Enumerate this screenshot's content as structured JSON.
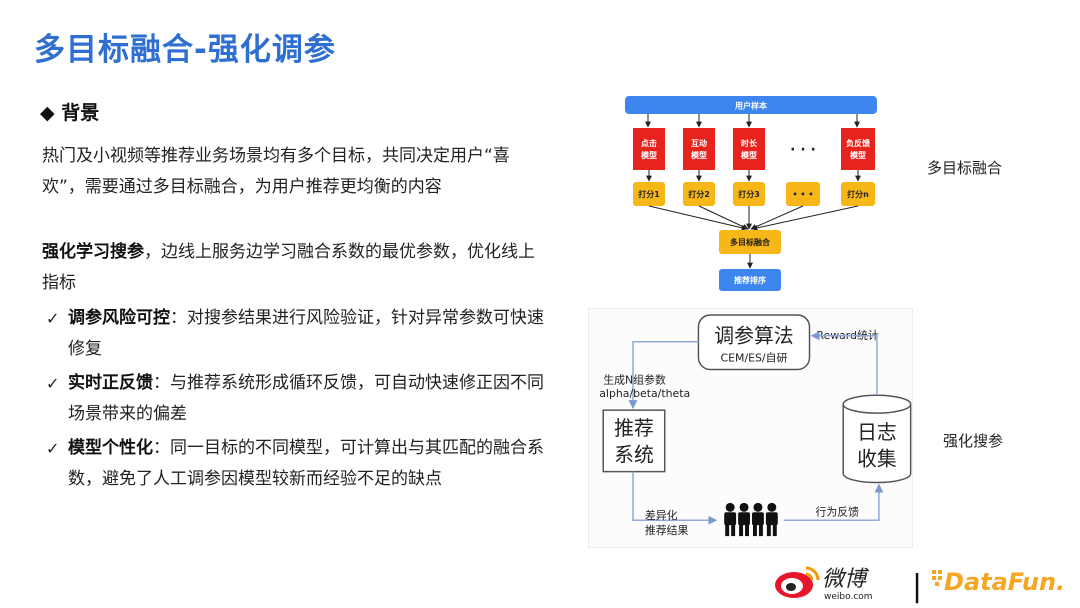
{
  "slide": {
    "title": "多目标融合-强化调参"
  },
  "background": {
    "heading_bullet": "◆",
    "heading": "背景",
    "intro": "热门及小视频等推荐业务场景均有多个目标，共同决定用户“喜欢”，需要通过多目标融合，为用户推荐更均衡的内容",
    "rl_bold": "强化学习搜参",
    "rl_text": "，边线上服务边学习融合系数的最优参数，优化线上指标",
    "checkmark": "✓",
    "items": [
      {
        "bold": "调参风险可控",
        "text": "：对搜参结果进行风险验证，针对异常参数可快速修复"
      },
      {
        "bold": "实时正反馈",
        "text": "：与推荐系统形成循环反馈，可自动快速修正因不同场景带来的偏差"
      },
      {
        "bold": "模型个性化",
        "text": "：同一目标的不同模型，可计算出与其匹配的融合系数，避免了人工调参因模型较新而经验不足的缺点"
      }
    ]
  },
  "diagram_top": {
    "header": "用户样本",
    "models": [
      "点击\n模型",
      "互动\n模型",
      "时长\n模型",
      "负反馈\n模型"
    ],
    "ellipsis": "· · ·",
    "scores": [
      "打分1",
      "打分2",
      "打分3",
      "• • •",
      "打分n"
    ],
    "fusion": "多目标融合",
    "ranking": "推荐排序",
    "label": "多目标融合",
    "colors": {
      "blue": "#3d86f0",
      "red": "#e8231d",
      "yellow": "#f7b718"
    }
  },
  "diagram_bottom": {
    "tuning_title": "调参算法",
    "tuning_sub": "CEM/ES/自研",
    "reward": "Reward统计",
    "gen_line1": "生成N组参数",
    "gen_line2": "alpha/beta/theta",
    "rec_line1": "推荐",
    "rec_line2": "系统",
    "log_line1": "日志",
    "log_line2": "收集",
    "diff_line1": "差异化",
    "diff_line2": "推荐结果",
    "feedback": "行为反馈",
    "label": "强化搜参",
    "colors": {
      "arrow": "#8fa9d8",
      "border": "#555555"
    }
  },
  "footer": {
    "weibo": "微博",
    "weibo_url": "weibo.com",
    "divider": "|",
    "datafun": "DataFun."
  }
}
